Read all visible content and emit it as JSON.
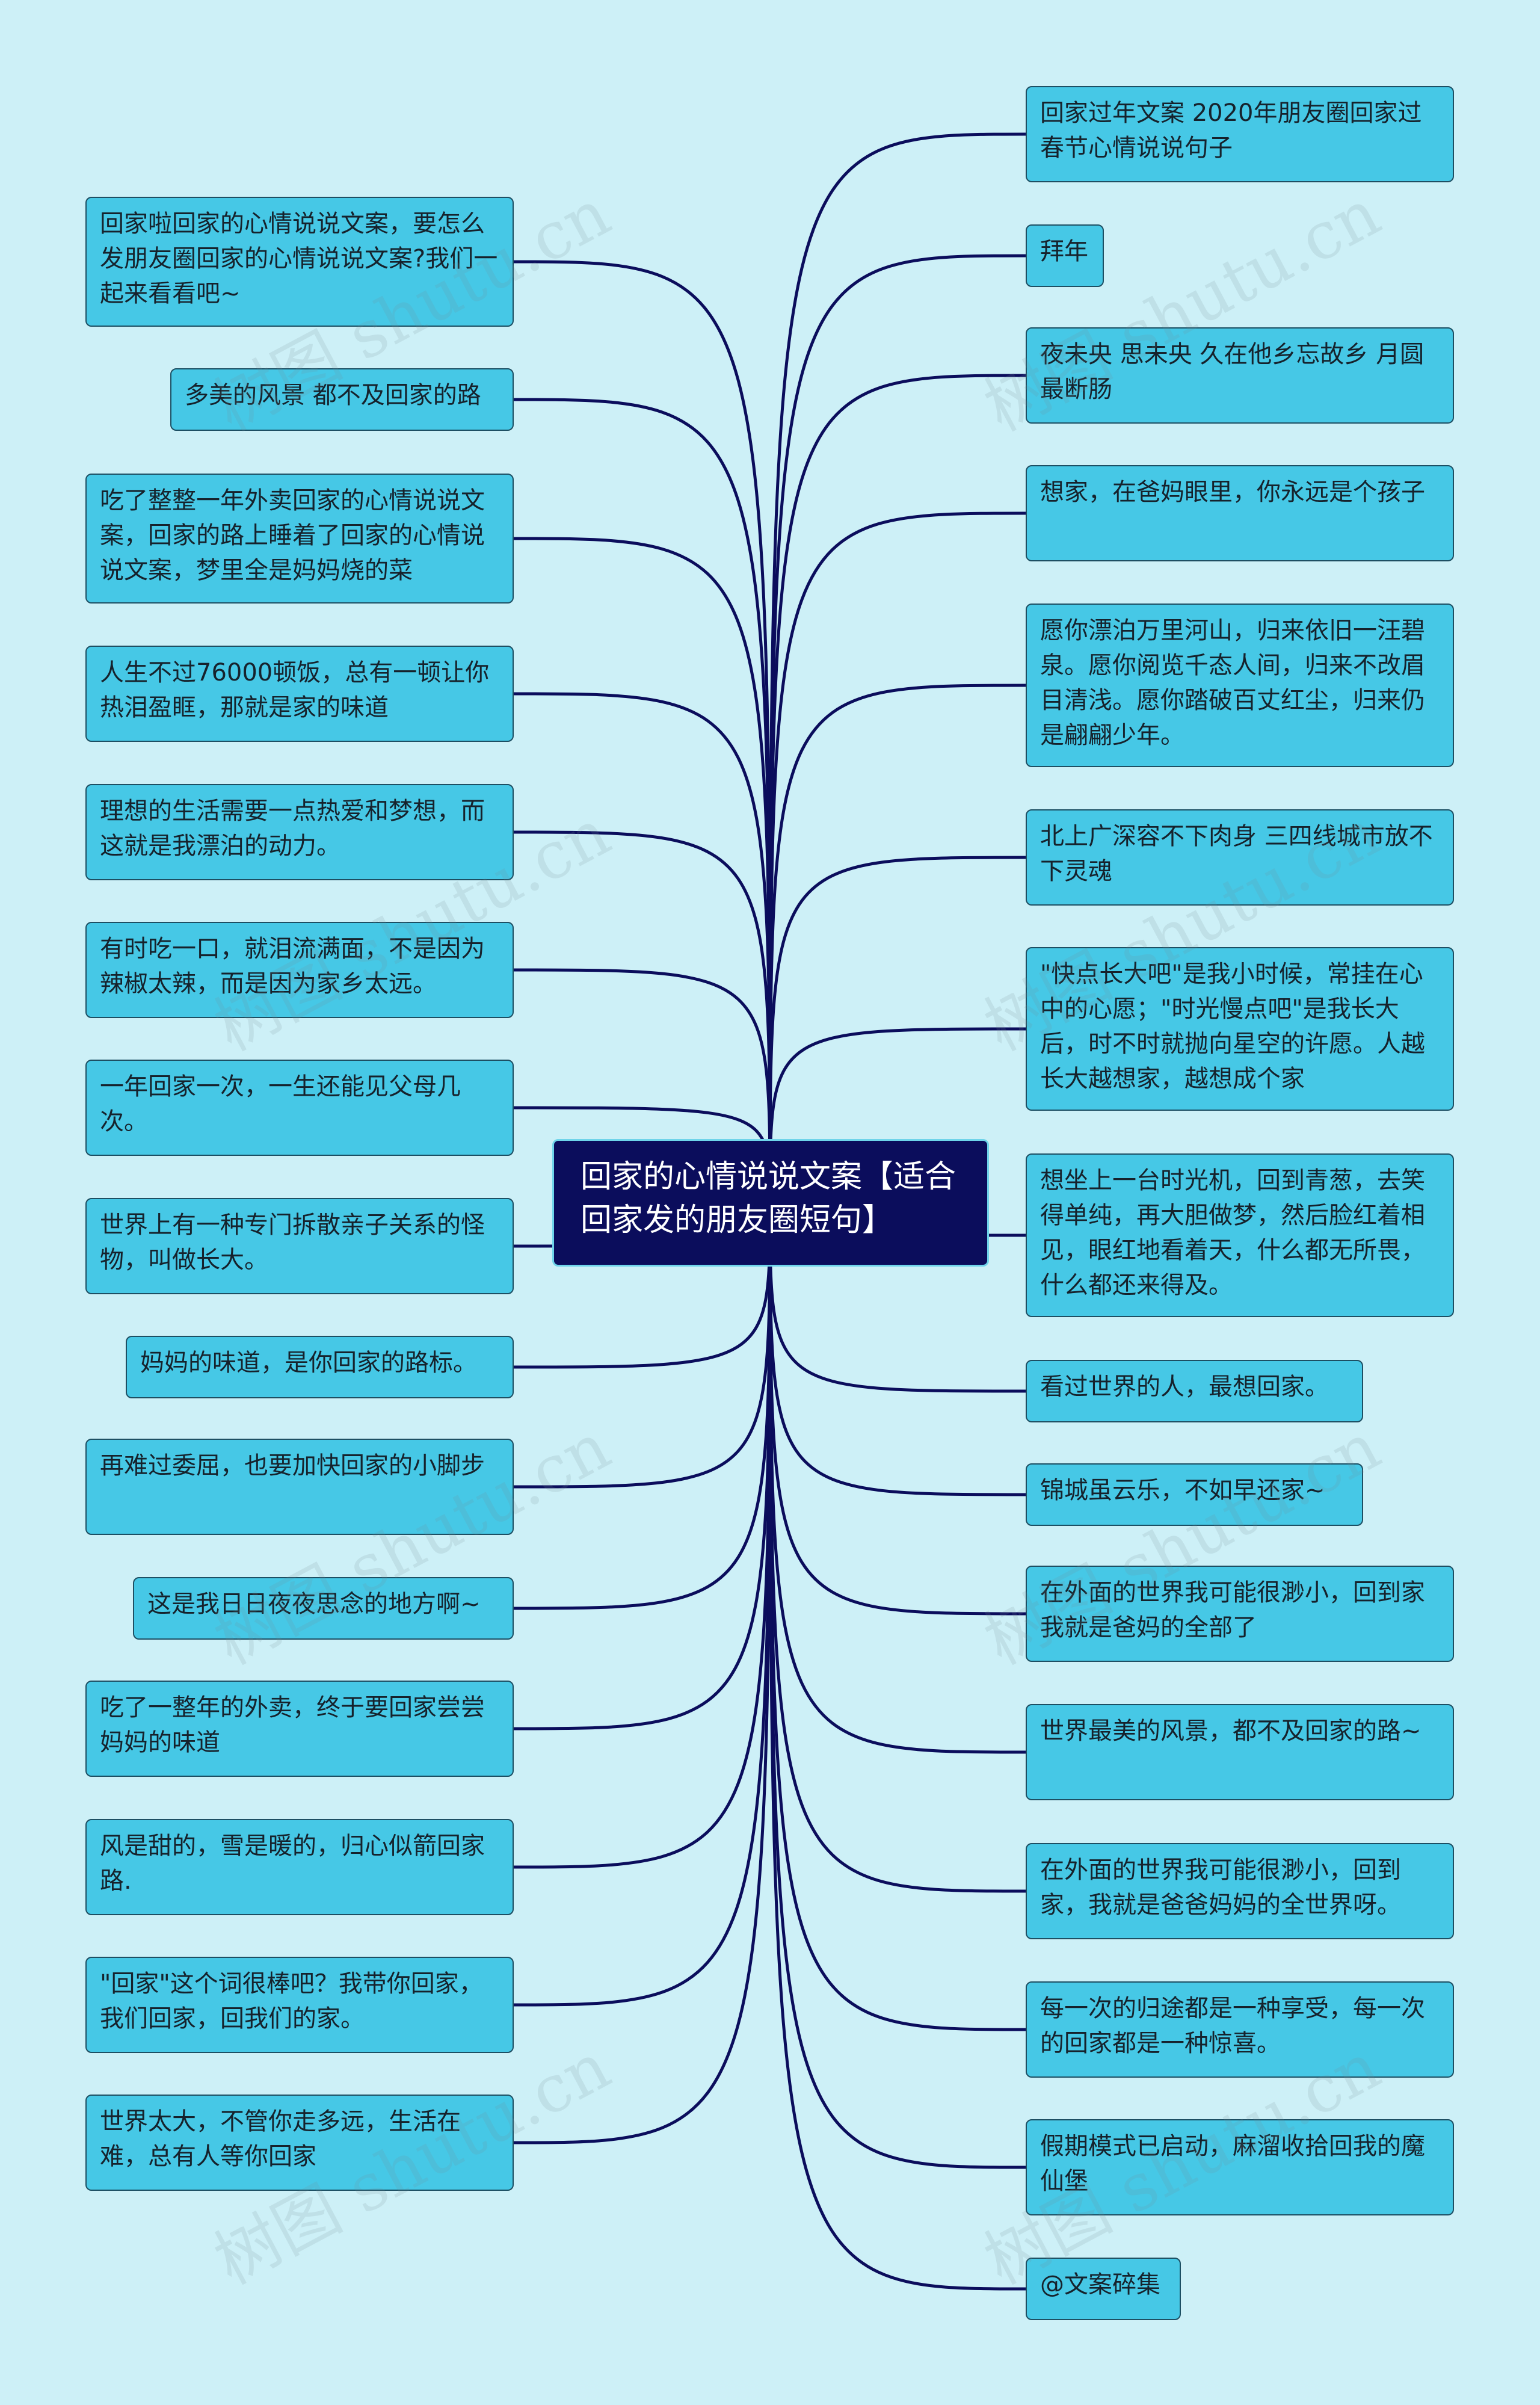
{
  "center": {
    "label": "回家的心情说说文案【适合回家发的朋友圈短句】"
  },
  "left": [
    "回家啦回家的心情说说文案，要怎么发朋友圈回家的心情说说文案?我们一起来看看吧~",
    "多美的风景 都不及回家的路",
    "吃了整整一年外卖回家的心情说说文案，回家的路上睡着了回家的心情说说文案，梦里全是妈妈烧的菜",
    "人生不过76000顿饭，总有一顿让你热泪盈眶，那就是家的味道",
    "理想的生活需要一点热爱和梦想，而这就是我漂泊的动力。",
    "有时吃一口，就泪流满面，不是因为辣椒太辣，而是因为家乡太远。",
    "一年回家一次，一生还能见父母几次。",
    "世界上有一种专门拆散亲子关系的怪物，叫做长大。",
    "妈妈的味道，是你回家的路标。",
    "再难过委屈，也要加快回家的小脚步",
    "这是我日日夜夜思念的地方啊~",
    "吃了一整年的外卖，终于要回家尝尝妈妈的味道",
    "风是甜的，雪是暖的，归心似箭回家路.",
    "\"回家\"这个词很棒吧？我带你回家，我们回家，回我们的家。",
    "世界太大，不管你走多远，生活在难，总有人等你回家"
  ],
  "right": [
    "回家过年文案 2020年朋友圈回家过春节心情说说句子",
    "拜年",
    "夜未央 思未央 久在他乡忘故乡 月圆最断肠",
    "想家，在爸妈眼里，你永远是个孩子",
    "愿你漂泊万里河山，归来依旧一汪碧泉。愿你阅览千态人间，归来不改眉目清浅。愿你踏破百丈红尘，归来仍是翩翩少年。",
    "北上广深容不下肉身 三四线城市放不下灵魂",
    "\"快点长大吧\"是我小时候，常挂在心中的心愿；\"时光慢点吧\"是我长大后，时不时就抛向星空的许愿。人越长大越想家，越想成个家",
    "想坐上一台时光机，回到青葱，去笑得单纯，再大胆做梦，然后脸红着相见，眼红地看着天，什么都无所畏，什么都还来得及。",
    "看过世界的人，最想回家。",
    "锦城虽云乐，不如早还家~",
    "在外面的世界我可能很渺小，回到家我就是爸妈的全部了",
    "世界最美的风景，都不及回家的路~",
    "在外面的世界我可能很渺小，回到家，我就是爸爸妈妈的全世界呀。",
    "每一次的归途都是一种享受，每一次的回家都是一种惊喜。",
    "假期模式已启动，麻溜收拾回我的魔仙堡",
    "@文案碎集"
  ],
  "watermark": "树图 shutu.cn",
  "colors": {
    "background": "#cdf0f7",
    "node": "#46c8e6",
    "center": "#0b0d5c",
    "edge": "#0b0d5c"
  }
}
